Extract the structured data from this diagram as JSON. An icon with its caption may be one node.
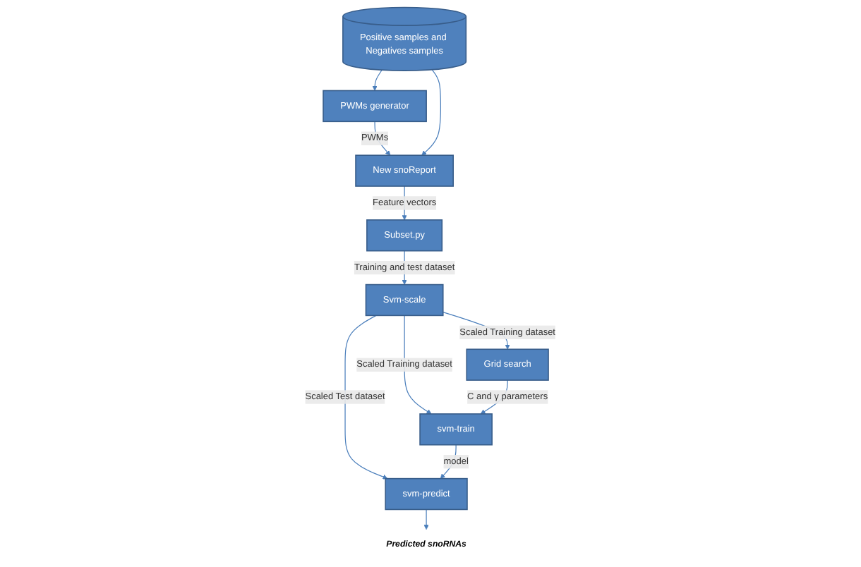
{
  "diagram": {
    "nodes": [
      {
        "text": [
          "PWMs generator"
        ]
      },
      {
        "text": [
          "New snoReport"
        ]
      },
      {
        "text": [
          "Positive samples and Negatives samples"
        ]
      },
      {
        "text": [
          "Subset.py"
        ]
      },
      {
        "text": [
          "Svm-scale"
        ]
      },
      {
        "text": [
          "Grid search"
        ]
      },
      {
        "text": [
          "svm-predict"
        ]
      },
      {
        "text": [
          "svm-train"
        ]
      },
      {
        "text": [
          "Predicted snoRNAs"
        ]
      }
    ],
    "edges": [
      {
        "from": 2,
        "to": 0,
        "arrow": "to"
      },
      {
        "from": 0,
        "to": 1,
        "arrow": "to",
        "label": "PWMs"
      },
      {
        "from": 2,
        "to": 1,
        "arrow": "to"
      },
      {
        "from": 1,
        "to": 3,
        "arrow": "to",
        "label": "Feature vectors"
      },
      {
        "from": 3,
        "to": 4,
        "arrow": "to",
        "label": "Training and test dataset"
      },
      {
        "from": 4,
        "to": 5,
        "arrow": "to",
        "label": "Scaled Training dataset"
      },
      {
        "from": 4,
        "to": 6,
        "arrow": "to",
        "label": "Scaled Test dataset"
      },
      {
        "from": 4,
        "to": 7,
        "arrow": "to",
        "label": "Scaled Training dataset"
      },
      {
        "from": 5,
        "to": 7,
        "arrow": "to",
        "label": "C and γ parameters"
      },
      {
        "from": 7,
        "to": 6,
        "arrow": "to",
        "label": "model"
      },
      {
        "from": 6,
        "to": 8,
        "arrow": "to"
      }
    ]
  }
}
